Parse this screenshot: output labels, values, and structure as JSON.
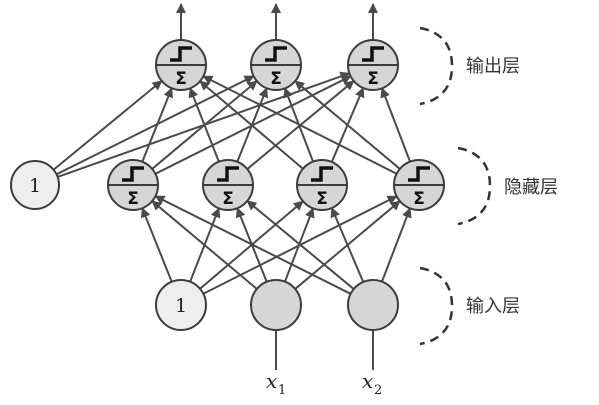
{
  "layers": {
    "output": {
      "label": "输出层"
    },
    "hidden": {
      "label": "隐藏层"
    },
    "input": {
      "label": "输入层"
    }
  },
  "neuron_symbol": {
    "sum": "Σ",
    "activation": "step-icon"
  },
  "bias_nodes": {
    "input_bias": "1",
    "hidden_bias": "1"
  },
  "inputs": [
    {
      "var": "x",
      "sub": "1"
    },
    {
      "var": "x",
      "sub": "2"
    }
  ],
  "colors": {
    "neuron_fill": "#d6d6d6",
    "bias_fill": "#eeeeee",
    "stroke": "#3c3c3c",
    "edge": "#4a4a4a"
  }
}
